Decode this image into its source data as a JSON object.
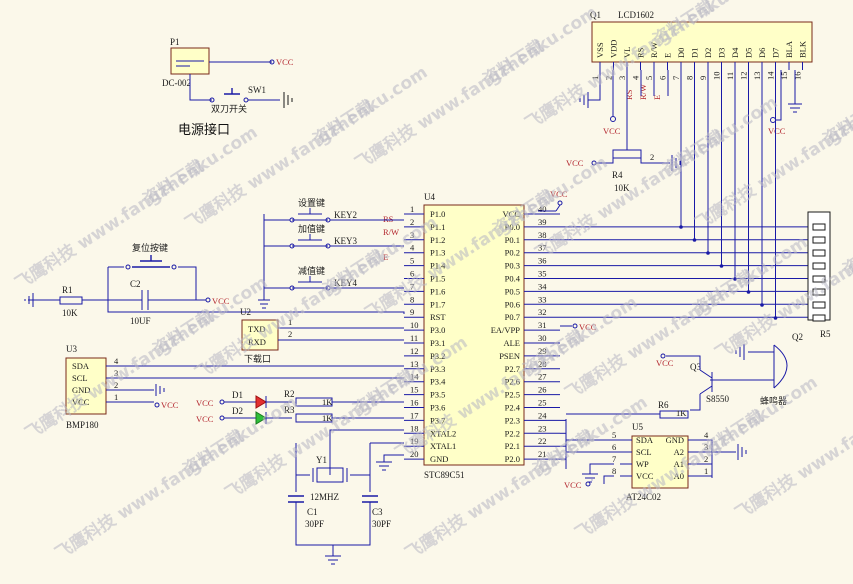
{
  "parts": {
    "p1": {
      "ref": "P1",
      "value": "DC-002"
    },
    "sw1": {
      "ref": "SW1",
      "value": "双刀开关"
    },
    "power_title": "电源接口",
    "q1": {
      "ref": "Q1",
      "value": "LCD1602",
      "pins": [
        "VSS",
        "VDD",
        "VL",
        "RS",
        "R/W",
        "E",
        "D0",
        "D1",
        "D2",
        "D3",
        "D4",
        "D5",
        "D6",
        "D7",
        "BLA",
        "BLK"
      ],
      "nums": [
        "1",
        "2",
        "3",
        "4",
        "5",
        "6",
        "7",
        "8",
        "9",
        "10",
        "11",
        "12",
        "13",
        "14",
        "15",
        "16"
      ]
    },
    "r4": {
      "ref": "R4",
      "value": "10K"
    },
    "u4": {
      "ref": "U4",
      "value": "STC89C51",
      "left_names": [
        "P1.0",
        "P1.1",
        "P1.2",
        "P1.3",
        "P1.4",
        "P1.5",
        "P1.6",
        "P1.7",
        "RST",
        "P3.0",
        "P3.1",
        "P3.2",
        "P3.3",
        "P3.4",
        "P3.5",
        "P3.6",
        "P3.7",
        "XTAL2",
        "XTAL1",
        "GND"
      ],
      "left_nums": [
        "1",
        "2",
        "3",
        "4",
        "5",
        "6",
        "7",
        "8",
        "9",
        "10",
        "11",
        "12",
        "13",
        "14",
        "15",
        "16",
        "17",
        "18",
        "19",
        "20"
      ],
      "right_names": [
        "VCC",
        "P0.0",
        "P0.1",
        "P0.2",
        "P0.3",
        "P0.4",
        "P0.5",
        "P0.6",
        "P0.7",
        "EA/VPP",
        "ALE",
        "PSEN",
        "P2.7",
        "P2.6",
        "P2.5",
        "P2.4",
        "P2.3",
        "P2.2",
        "P2.1",
        "P2.0"
      ],
      "right_nums": [
        "40",
        "39",
        "38",
        "37",
        "36",
        "35",
        "34",
        "33",
        "32",
        "31",
        "30",
        "29",
        "28",
        "27",
        "26",
        "25",
        "24",
        "23",
        "22",
        "21"
      ]
    },
    "key2": {
      "ref": "KEY2",
      "value": "设置键"
    },
    "key3": {
      "ref": "KEY3",
      "value": "加值键"
    },
    "key4": {
      "ref": "KEY4",
      "value": "减值键"
    },
    "reset": {
      "value": "复位按键"
    },
    "r1": {
      "ref": "R1",
      "value": "10K"
    },
    "c2": {
      "ref": "C2",
      "value": "10UF"
    },
    "u2": {
      "ref": "U2",
      "pins": [
        "TXD",
        "RXD"
      ],
      "nums": [
        "1",
        "2"
      ],
      "value": "下载口"
    },
    "u3": {
      "ref": "U3",
      "value": "BMP180",
      "pins": [
        "SDA",
        "SCL",
        "GND",
        "VCC"
      ],
      "nums": [
        "4",
        "3",
        "2",
        "1"
      ]
    },
    "d1": {
      "ref": "D1"
    },
    "d2": {
      "ref": "D2"
    },
    "r2": {
      "ref": "R2",
      "value": "1K"
    },
    "r3": {
      "ref": "R3",
      "value": "1K"
    },
    "y1": {
      "ref": "Y1",
      "value": "12MHZ"
    },
    "c1": {
      "ref": "C1",
      "value": "30PF"
    },
    "c3": {
      "ref": "C3",
      "value": "30PF"
    },
    "r5": {
      "ref": "R5"
    },
    "q2": {
      "ref": "Q2",
      "value": "蜂鸣器"
    },
    "q3": {
      "ref": "Q3",
      "value": "S8550"
    },
    "r6": {
      "ref": "R6",
      "value": "1K"
    },
    "u5": {
      "ref": "U5",
      "value": "AT24C02",
      "left": [
        "SDA",
        "SCL",
        "WP",
        "VCC"
      ],
      "left_nums": [
        "5",
        "6",
        "7",
        "8"
      ],
      "right": [
        "GND",
        "A2",
        "A1",
        "A0"
      ],
      "right_nums": [
        "4",
        "3",
        "2",
        "1"
      ]
    }
  },
  "nets": {
    "vcc": "VCC",
    "rs": "RS",
    "rw": "R/W",
    "e": "E"
  },
  "watermark": [
    "飞鹰科技",
    "www.fangzhenku.com",
    "资料下载"
  ]
}
